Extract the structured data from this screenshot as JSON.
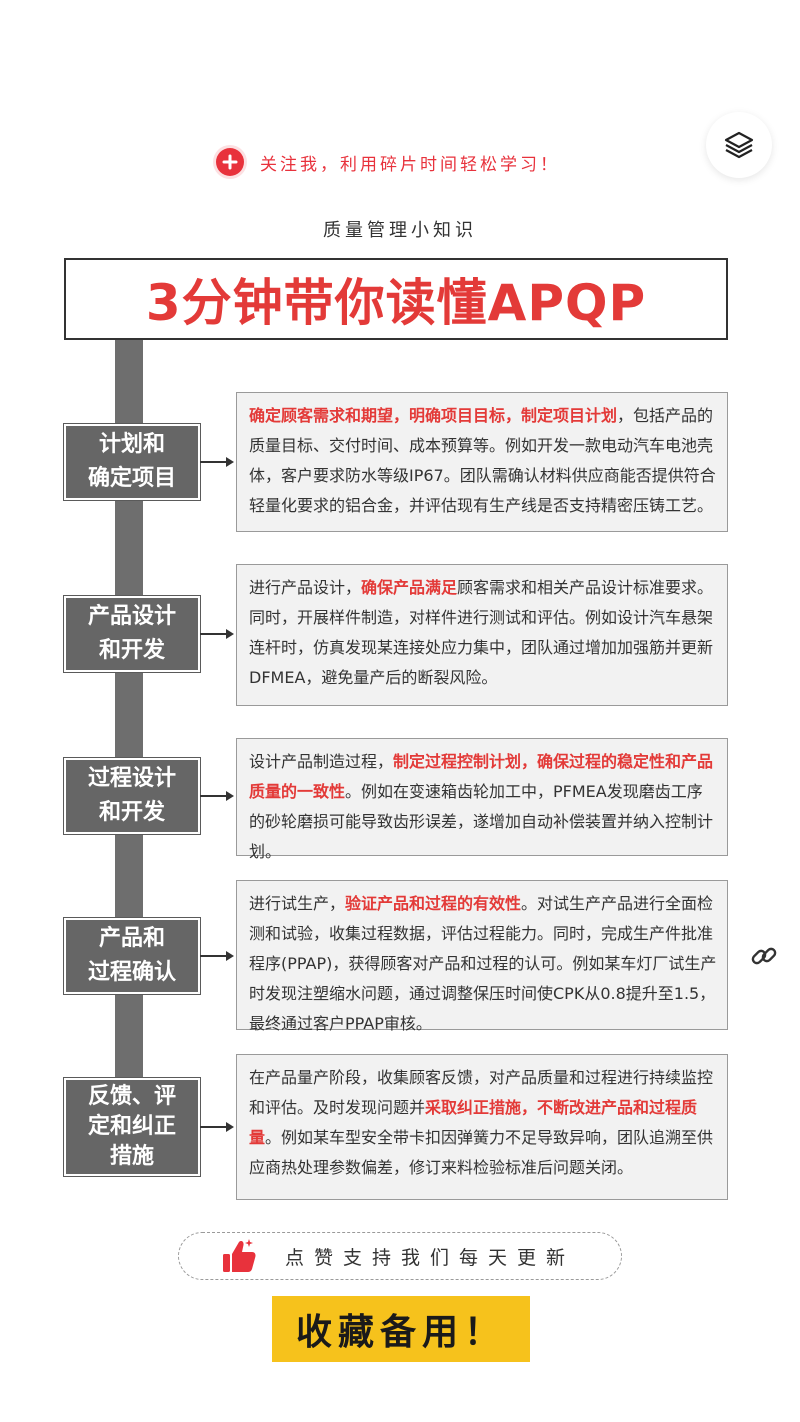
{
  "header": {
    "follow_text": "关注我，利用碎片时间轻松学习！",
    "subtitle": "质量管理小知识",
    "title": "3分钟带你读懂APQP"
  },
  "icons": {
    "plus": "plus-circle-icon",
    "layers": "layers-icon",
    "link": "link-icon",
    "thumbs_up": "thumbs-up-icon"
  },
  "colors": {
    "accent_red": "#e33a38",
    "stage_gray": "#666666",
    "card_bg": "#f2f2f2",
    "collect_yellow": "#f6c21c"
  },
  "stages": [
    {
      "line1": "计划和",
      "line2": "确定项目",
      "line3": "",
      "desc": [
        {
          "t": "确定顾客需求和期望，明确项目目标，制定项目计划",
          "h": true
        },
        {
          "t": "，包括产品的质量目标、交付时间、成本预算等。例如开发一款电动汽车电池壳体，客户要求防水等级IP67。团队需确认材料供应商能否提供符合轻量化要求的铝合金，并评估现有生产线是否支持精密压铸工艺。",
          "h": false
        }
      ]
    },
    {
      "line1": "产品设计",
      "line2": "和开发",
      "line3": "",
      "desc": [
        {
          "t": "进行产品设计，",
          "h": false
        },
        {
          "t": "确保产品满足",
          "h": true
        },
        {
          "t": "顾客需求和相关产品设计标准要求。同时，开展样件制造，对样件进行测试和评估。例如设计汽车悬架连杆时，仿真发现某连接处应力集中，团队通过增加加强筋并更新DFMEA，避免量产后的断裂风险。",
          "h": false
        }
      ]
    },
    {
      "line1": "过程设计",
      "line2": "和开发",
      "line3": "",
      "desc": [
        {
          "t": "设计产品制造过程，",
          "h": false
        },
        {
          "t": "制定过程控制计划，确保过程的稳定性和产品质量的一致性",
          "h": true
        },
        {
          "t": "。例如在变速箱齿轮加工中，PFMEA发现磨齿工序的砂轮磨损可能导致齿形误差，遂增加自动补偿装置并纳入控制计划。",
          "h": false
        }
      ]
    },
    {
      "line1": "产品和",
      "line2": "过程确认",
      "line3": "",
      "desc": [
        {
          "t": "进行试生产，",
          "h": false
        },
        {
          "t": "验证产品和过程的有效性",
          "h": true
        },
        {
          "t": "。对试生产产品进行全面检测和试验，收集过程数据，评估过程能力。同时，完成生产件批准程序(PPAP)，获得顾客对产品和过程的认可。例如某车灯厂试生产时发现注塑缩水问题，通过调整保压时间使CPK从0.8提升至1.5，最终通过客户PPAP审核。",
          "h": false
        }
      ]
    },
    {
      "line1": "反馈、评",
      "line2": "定和纠正",
      "line3": "措施",
      "desc": [
        {
          "t": "在产品量产阶段，收集顾客反馈，对产品质量和过程进行持续监控和评估。及时发现问题并",
          "h": false
        },
        {
          "t": "采取纠正措施，不断改进产品和过程质量",
          "h": true
        },
        {
          "t": "。例如某车型安全带卡扣因弹簧力不足导致异响，团队追溯至供应商热处理参数偏差，修订来料检验标准后问题关闭。",
          "h": false
        }
      ]
    }
  ],
  "footer": {
    "like_text": "点赞支持我们每天更新",
    "collect_text": "收藏备用！"
  }
}
